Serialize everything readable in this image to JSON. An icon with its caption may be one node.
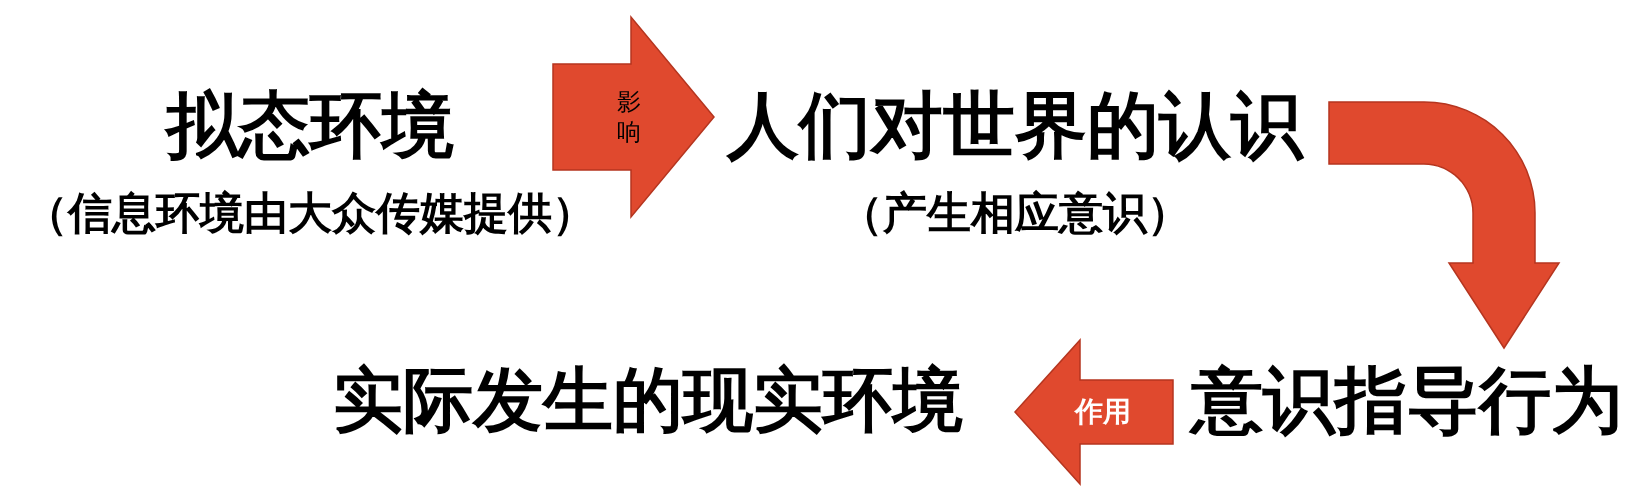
{
  "diagram": {
    "nodes": [
      {
        "text": [
          "拟态环境",
          "（信息环境由大众传媒提供）"
        ]
      },
      {
        "text": [
          "人们对世界的认识",
          "（产生相应意识）"
        ]
      },
      {
        "text": [
          "意识指导行为"
        ]
      },
      {
        "text": [
          "实际发生的现实环境"
        ]
      }
    ],
    "edges": [
      {
        "from": 0,
        "to": 1,
        "arrow": "to",
        "label": "影响"
      },
      {
        "from": 1,
        "to": 2,
        "arrow": "to"
      },
      {
        "from": 2,
        "to": 3,
        "arrow": "to",
        "label": "作用"
      }
    ]
  }
}
